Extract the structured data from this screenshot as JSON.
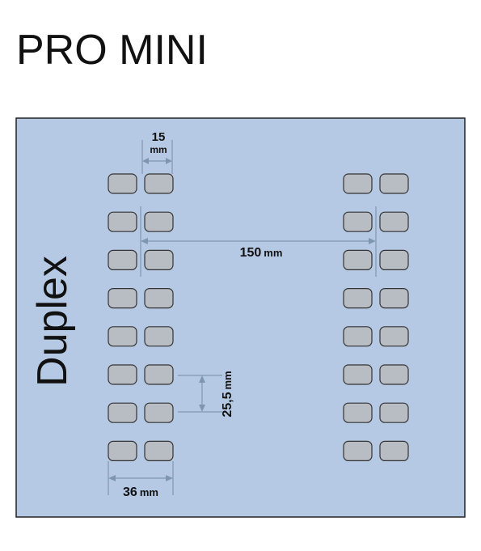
{
  "title": "PRO MINI",
  "side_label": "Duplex",
  "colors": {
    "panel_bg": "#b6c9e4",
    "pad_fill": "#b7bdc3",
    "dim_line": "#7f96b1",
    "border": "#222222"
  },
  "dimensions": {
    "pad_pitch": {
      "value": "15",
      "unit": "mm"
    },
    "row_gap": {
      "value": "150",
      "unit": "mm"
    },
    "vertical_pitch": {
      "value": "25,5",
      "unit": "mm"
    },
    "pad_pair_width": {
      "value": "36",
      "unit": "mm"
    }
  },
  "layout_counts": {
    "rows": 8,
    "columns_per_group": 2,
    "groups": 2
  }
}
